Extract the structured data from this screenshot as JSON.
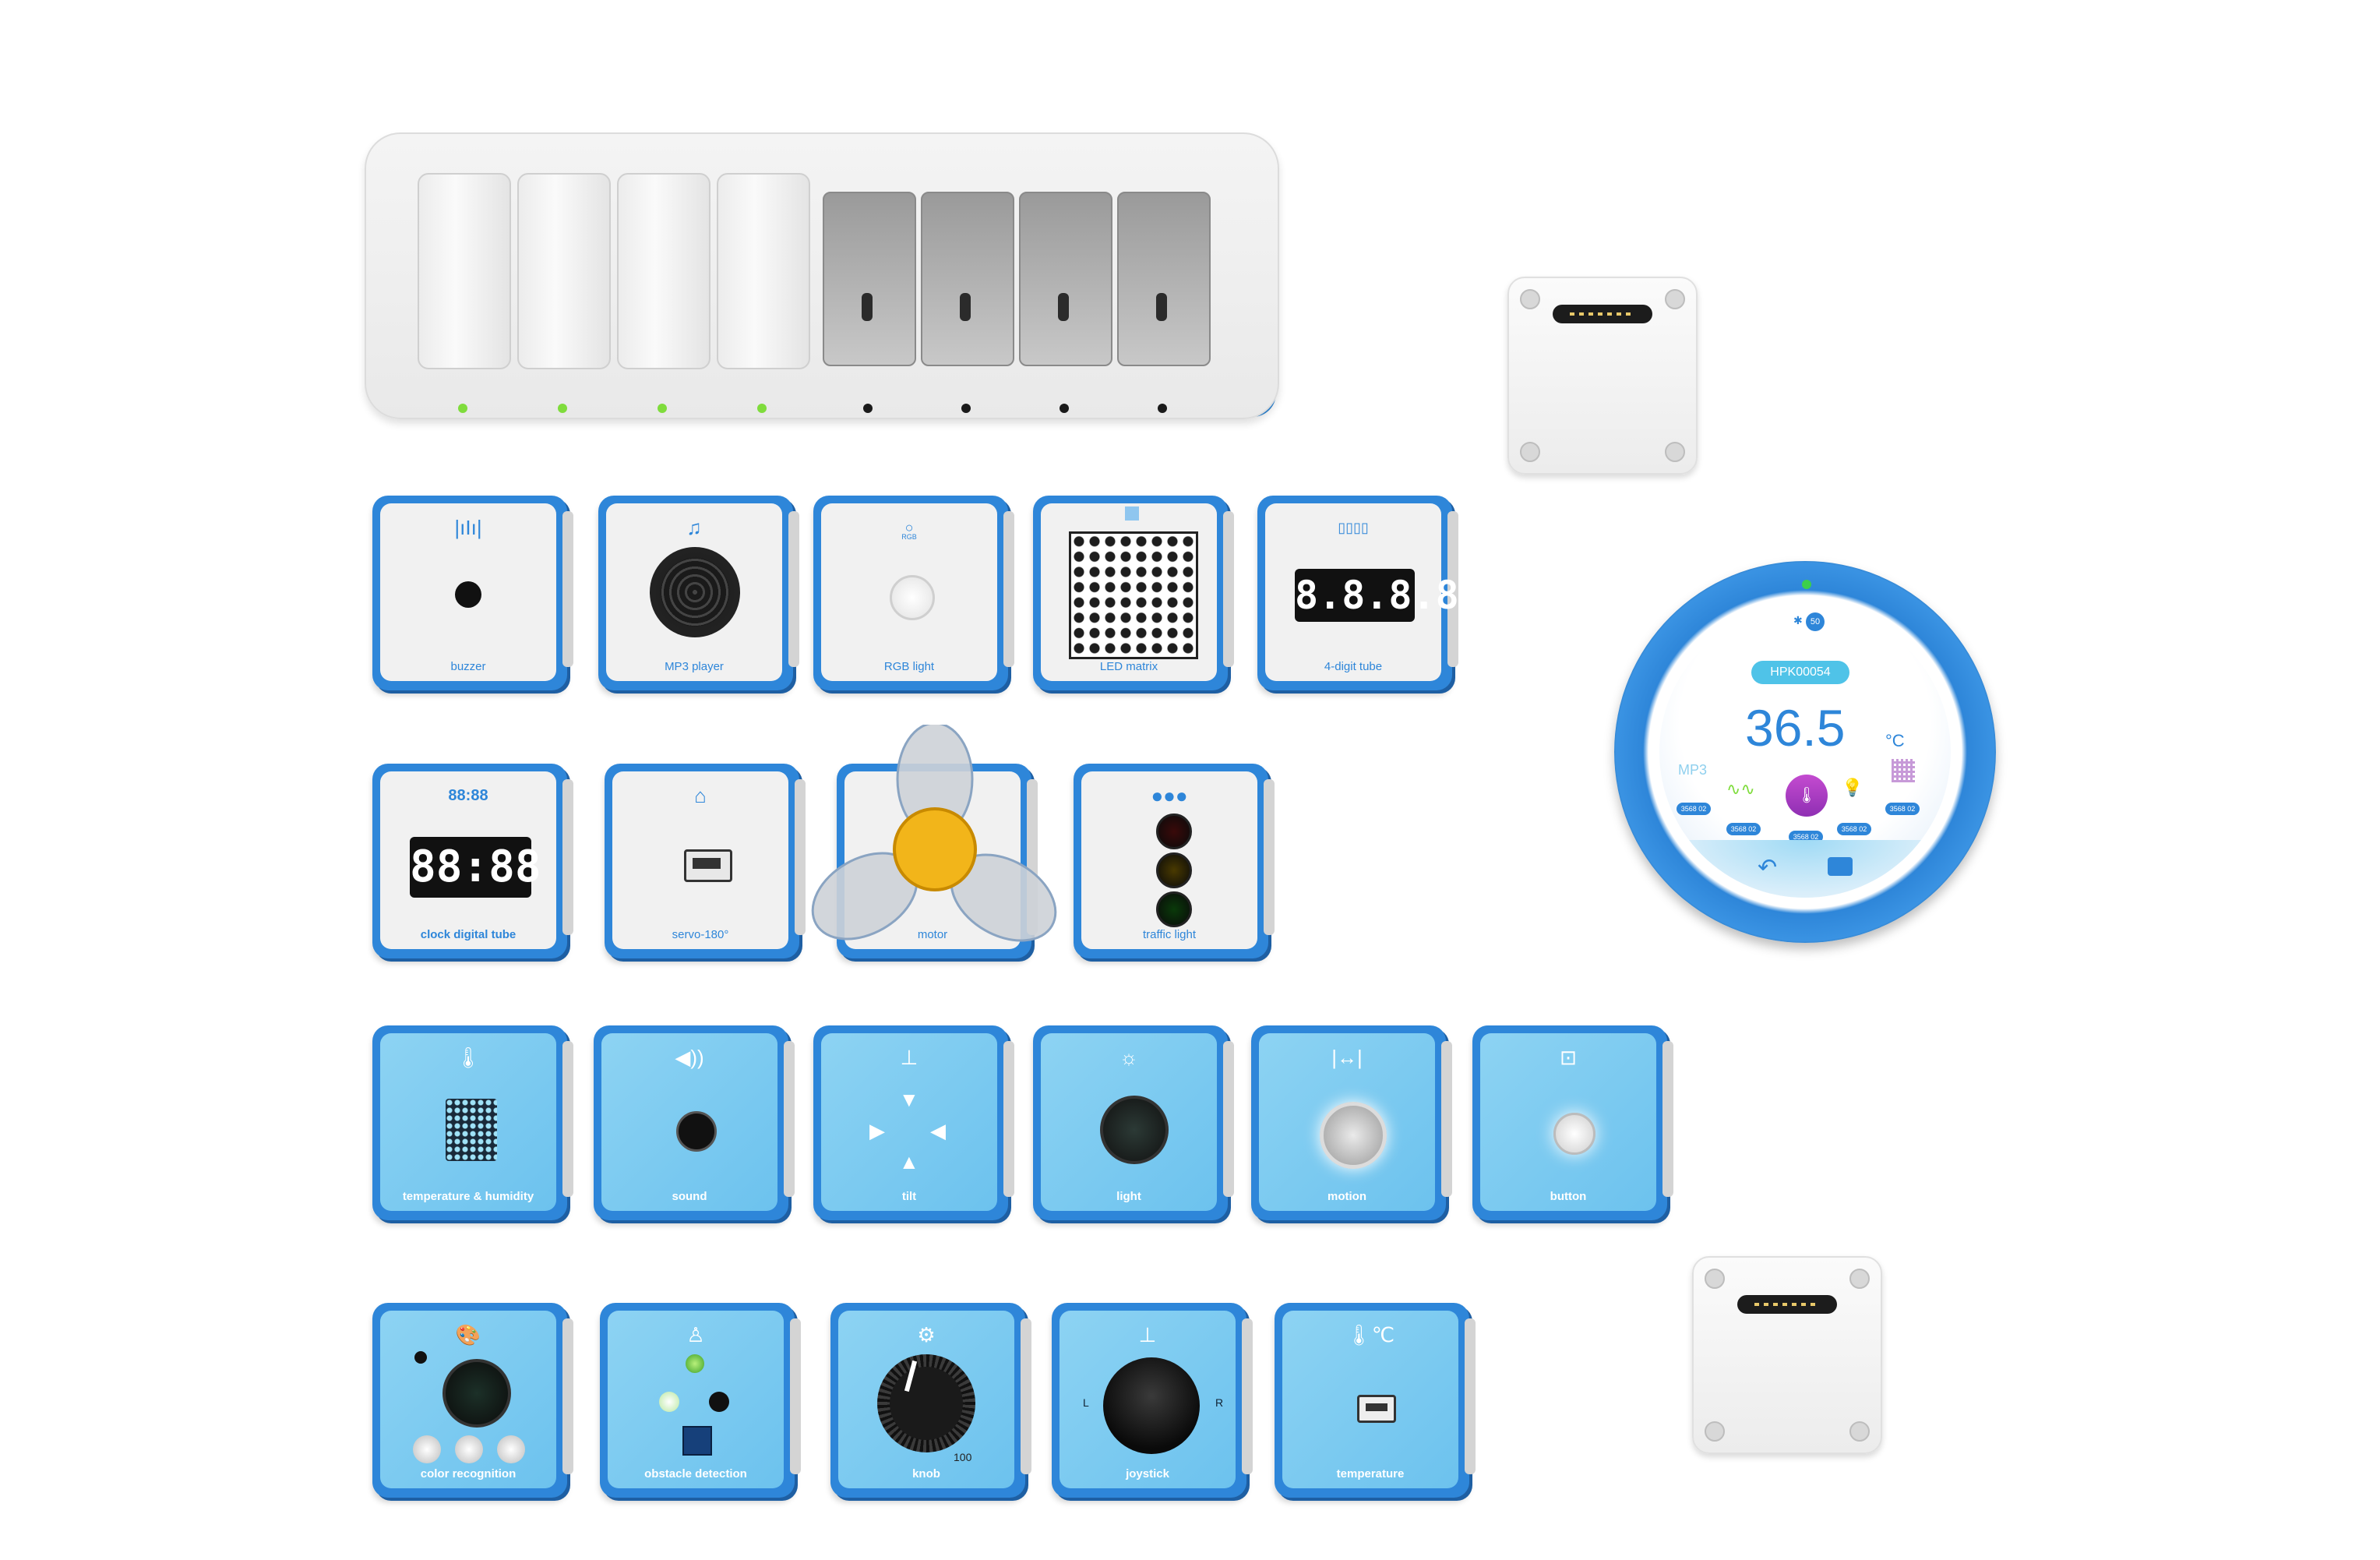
{
  "dock": {
    "slots": [
      {
        "state": "filled",
        "led": "#7fdc3c"
      },
      {
        "state": "filled",
        "led": "#7fdc3c"
      },
      {
        "state": "filled",
        "led": "#7fdc3c"
      },
      {
        "state": "filled",
        "led": "#7fdc3c"
      },
      {
        "state": "empty",
        "led": "#1a1a1a"
      },
      {
        "state": "empty",
        "led": "#1a1a1a"
      },
      {
        "state": "empty",
        "led": "#1a1a1a"
      },
      {
        "state": "empty",
        "led": "#1a1a1a"
      }
    ]
  },
  "output_modules": {
    "buzzer": {
      "label": "buzzer",
      "icon": "sound-wave-icon"
    },
    "mp3": {
      "label": "MP3 player",
      "icon": "music-note-icon"
    },
    "rgb": {
      "label": "RGB light",
      "icon_text": "RGB",
      "icon": "bulb-icon"
    },
    "matrix": {
      "label": "LED matrix",
      "icon": "grid-icon"
    },
    "tube4": {
      "label": "4-digit tube",
      "display": "8.8.8.8.",
      "icon": "digits-icon"
    },
    "clock": {
      "label": "clock digital tube",
      "display": "88:88",
      "icon": "clock-digits-icon"
    },
    "servo": {
      "label": "servo-180°",
      "icon": "servo-icon"
    },
    "motor": {
      "label": "motor",
      "icon": "fan-icon"
    },
    "traffic": {
      "label": "traffic light",
      "icon": "three-dots-icon",
      "lights": [
        "#3a0a0a",
        "#4a3a00",
        "#0a3a0a"
      ]
    }
  },
  "sensor_modules": {
    "temphum": {
      "label": "temperature & humidity",
      "icon": "thermo-drop-icon"
    },
    "sound": {
      "label": "sound",
      "icon": "speaker-icon"
    },
    "tilt": {
      "label": "tilt",
      "icon": "tilt-icon"
    },
    "light": {
      "label": "light",
      "icon": "light-sensor-icon"
    },
    "motion": {
      "label": "motion",
      "icon": "range-icon"
    },
    "button": {
      "label": "button",
      "icon": "button-icon"
    },
    "color": {
      "label": "color recognition",
      "icon": "palette-icon"
    },
    "obstacle": {
      "label": "obstacle detection",
      "icon": "obstacle-icon"
    },
    "knob": {
      "label": "knob",
      "scale_max": "100",
      "icon": "knob-icon"
    },
    "joystick": {
      "label": "joystick",
      "left": "L",
      "right": "R",
      "icon": "joystick-icon"
    },
    "temperature": {
      "label": "temperature",
      "icon": "thermometer-c-icon"
    }
  },
  "display": {
    "bluetooth_count": "50",
    "device_id": "HPK00054",
    "temperature": "36.5",
    "unit": "°C",
    "left_label": "MP3",
    "chips": [
      "3568 02",
      "3568 02",
      "3568 02",
      "3568 02",
      "3568 02"
    ],
    "center_icon": "thermometer-c-icon"
  },
  "colors": {
    "brand_blue": "#2e86d9",
    "sensor_face": "#7cc9f1",
    "accent_green": "#7fdc3c",
    "motor_yellow": "#f2b51a"
  }
}
